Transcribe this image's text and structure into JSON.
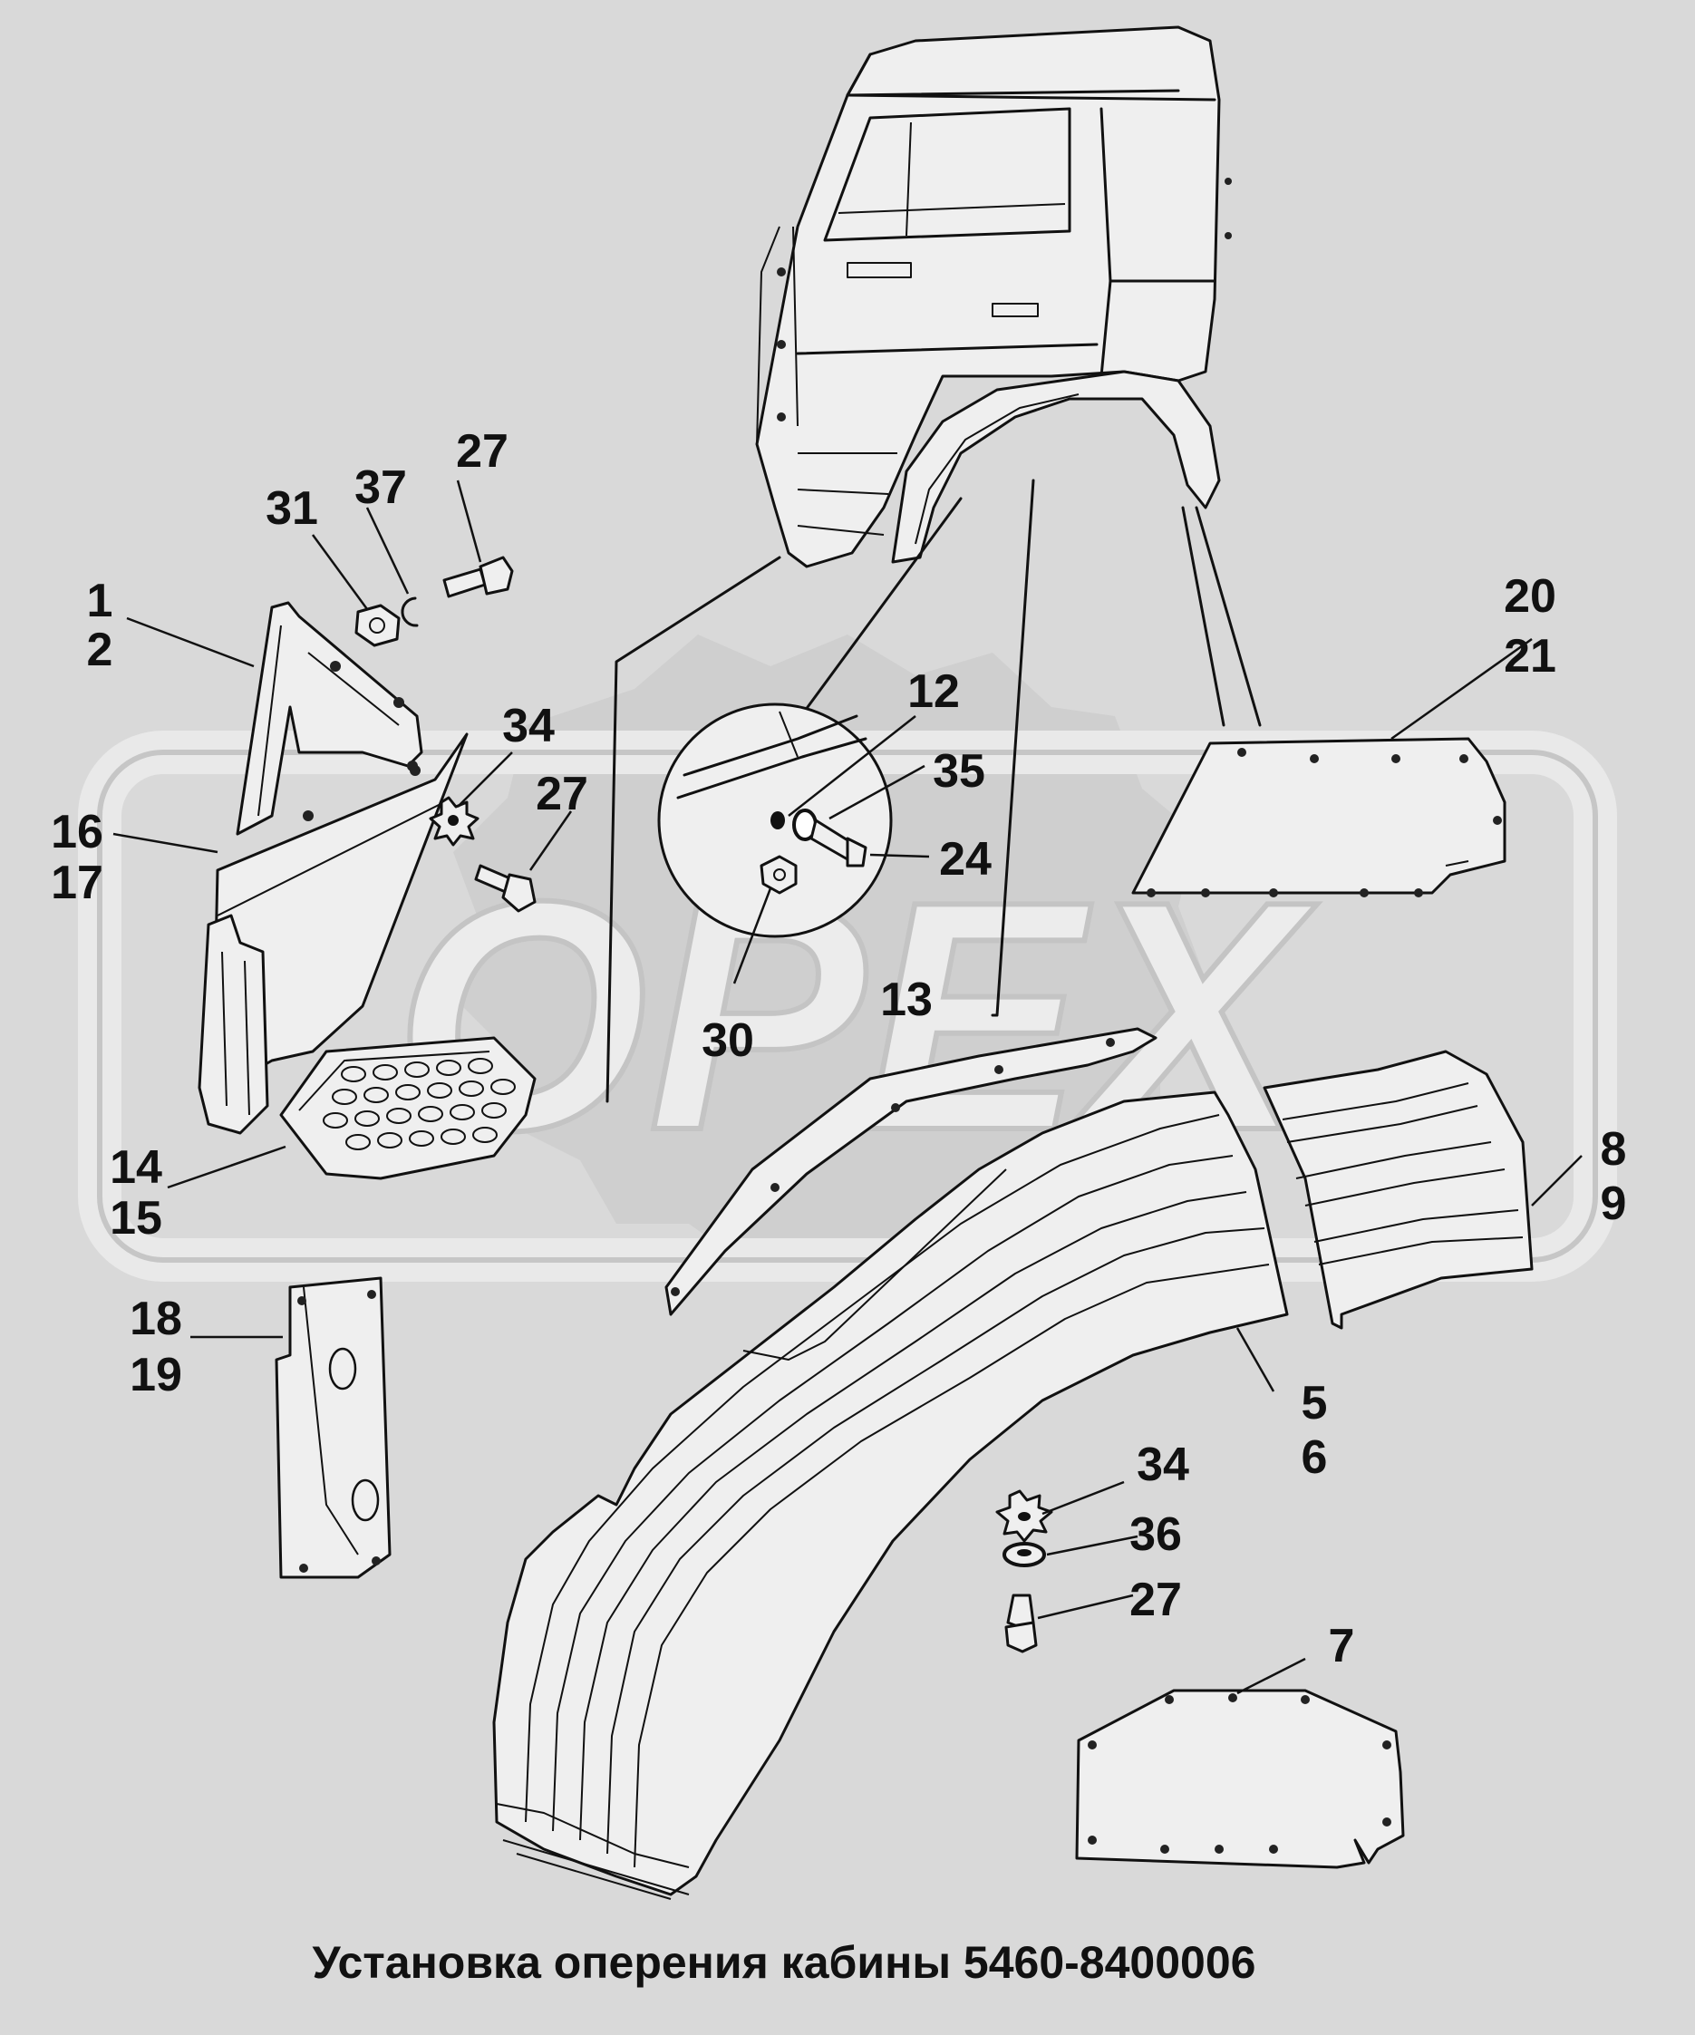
{
  "title": "Установка оперения кабины 5460-8400006",
  "watermark": "OPEX",
  "callouts": [
    {
      "id": "c1",
      "lines": [
        "1",
        "2"
      ]
    },
    {
      "id": "c31",
      "lines": [
        "31"
      ]
    },
    {
      "id": "c37",
      "lines": [
        "37"
      ]
    },
    {
      "id": "c27a",
      "lines": [
        "27"
      ]
    },
    {
      "id": "c34a",
      "lines": [
        "34"
      ]
    },
    {
      "id": "c27b",
      "lines": [
        "27"
      ]
    },
    {
      "id": "c16",
      "lines": [
        "16",
        "17"
      ]
    },
    {
      "id": "c14",
      "lines": [
        "14",
        "15"
      ]
    },
    {
      "id": "c12",
      "lines": [
        "12"
      ]
    },
    {
      "id": "c35",
      "lines": [
        "35"
      ]
    },
    {
      "id": "c24",
      "lines": [
        "24"
      ]
    },
    {
      "id": "c30",
      "lines": [
        "30"
      ]
    },
    {
      "id": "c13",
      "lines": [
        "13"
      ]
    },
    {
      "id": "c20",
      "lines": [
        "20",
        "21"
      ]
    },
    {
      "id": "c8",
      "lines": [
        "8",
        "9"
      ]
    },
    {
      "id": "c18",
      "lines": [
        "18",
        "19"
      ]
    },
    {
      "id": "c5",
      "lines": [
        "5",
        "6"
      ]
    },
    {
      "id": "c34b",
      "lines": [
        "34"
      ]
    },
    {
      "id": "c36",
      "lines": [
        "36"
      ]
    },
    {
      "id": "c27c",
      "lines": [
        "27"
      ]
    },
    {
      "id": "c7",
      "lines": [
        "7"
      ]
    }
  ],
  "colors": {
    "background": "#d9d9d9",
    "line": "#111111",
    "watermark": "#c8c8c8",
    "part_fill": "#efefef"
  }
}
